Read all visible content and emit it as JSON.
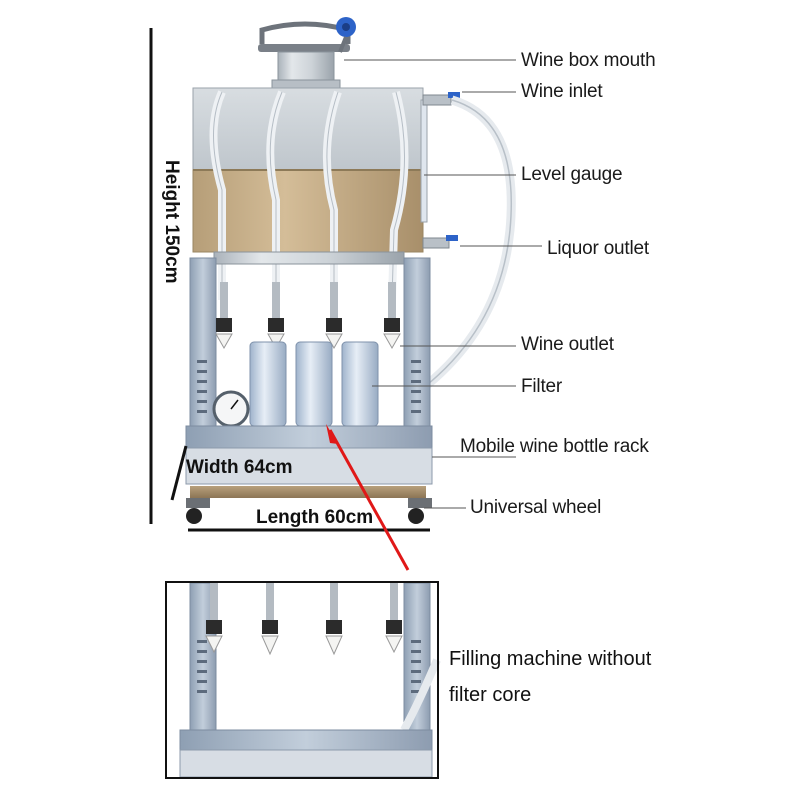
{
  "labels": {
    "wine_box_mouth": "Wine box mouth",
    "wine_inlet": "Wine inlet",
    "level_gauge": "Level gauge",
    "liquor_outlet": "Liquor outlet",
    "wine_outlet": "Wine outlet",
    "filter": "Filter",
    "mobile_rack": "Mobile wine bottle rack",
    "universal_wheel": "Universal wheel"
  },
  "dimensions": {
    "height": "Height 150cm",
    "width": "Width 64cm",
    "length": "Length 60cm"
  },
  "inset": {
    "line1": "Filling machine without",
    "line2": "filter core"
  },
  "colors": {
    "steel": "#c9ced3",
    "tank_band": "#c8b08a",
    "frame_blue": "#9fb0c4",
    "arrow_red": "#e01818"
  }
}
